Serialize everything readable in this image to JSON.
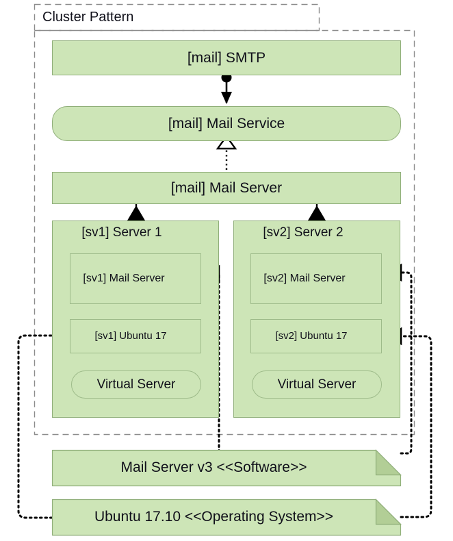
{
  "diagram": {
    "title": "Cluster Pattern",
    "type": "uml-deployment-cluster-pattern",
    "background": "#ffffff",
    "node_fill": "#cde5b7",
    "node_stroke": "#8fae79",
    "fold_fill": "#b2ce96",
    "line_color": "#000000"
  },
  "nodes": {
    "smtp": {
      "label": "[mail] SMTP",
      "icon": "provided-interface-lollipop-icon"
    },
    "mail_service": {
      "label": "[mail] Mail Service",
      "icon": "rounded-rectangle-service-icon"
    },
    "mail_server": {
      "label": "[mail] Mail Server",
      "icon": "cluster-two-circles-icon"
    },
    "server1": {
      "label": "[sv1] Server 1",
      "icon": "cube-3d-node-icon"
    },
    "server2": {
      "label": "[sv2] Server 2",
      "icon": "cube-3d-node-icon"
    },
    "sv1_mail": {
      "label": "[sv1] Mail Server",
      "icon": "component-two-circles-icon"
    },
    "sv2_mail": {
      "label": "[sv2] Mail Server",
      "icon": "component-two-circles-icon"
    },
    "sv1_os": {
      "label": "[sv1] Ubuntu 17",
      "icon": "component-two-circles-icon"
    },
    "sv2_os": {
      "label": "[sv2] Ubuntu 17",
      "icon": "component-two-circles-icon"
    },
    "vs1": {
      "label": "Virtual Server",
      "icon": "cloud-platform-base-icon"
    },
    "vs2": {
      "label": "Virtual Server",
      "icon": "cloud-platform-base-icon"
    }
  },
  "artifacts": {
    "software": {
      "label": "Mail Server v3 <<Software>>",
      "stereotype": "Software"
    },
    "os": {
      "label": "Ubuntu 17.10 <<Operating System>>",
      "stereotype": "Operating System"
    }
  },
  "connectors": [
    {
      "name": "smtp-to-mail-service",
      "style": "solid",
      "source_end": "filled-circle",
      "target_end": "filled-arrow"
    },
    {
      "name": "mail-server-realizes-mail-service",
      "style": "dotted",
      "target_end": "hollow-triangle"
    },
    {
      "name": "mail-server-composes-server1",
      "style": "solid",
      "source_end": "filled-diamond"
    },
    {
      "name": "mail-server-composes-server2",
      "style": "solid",
      "source_end": "filled-diamond"
    },
    {
      "name": "software-manifests-sv1-mail",
      "style": "dotted",
      "target_end": "hollow-arrow"
    },
    {
      "name": "software-manifests-sv2-mail",
      "style": "dotted",
      "target_end": "hollow-arrow"
    },
    {
      "name": "os-manifests-sv1-ubuntu",
      "style": "dotted",
      "target_end": "hollow-arrow"
    },
    {
      "name": "os-manifests-sv2-ubuntu",
      "style": "dotted",
      "target_end": "hollow-arrow"
    }
  ]
}
